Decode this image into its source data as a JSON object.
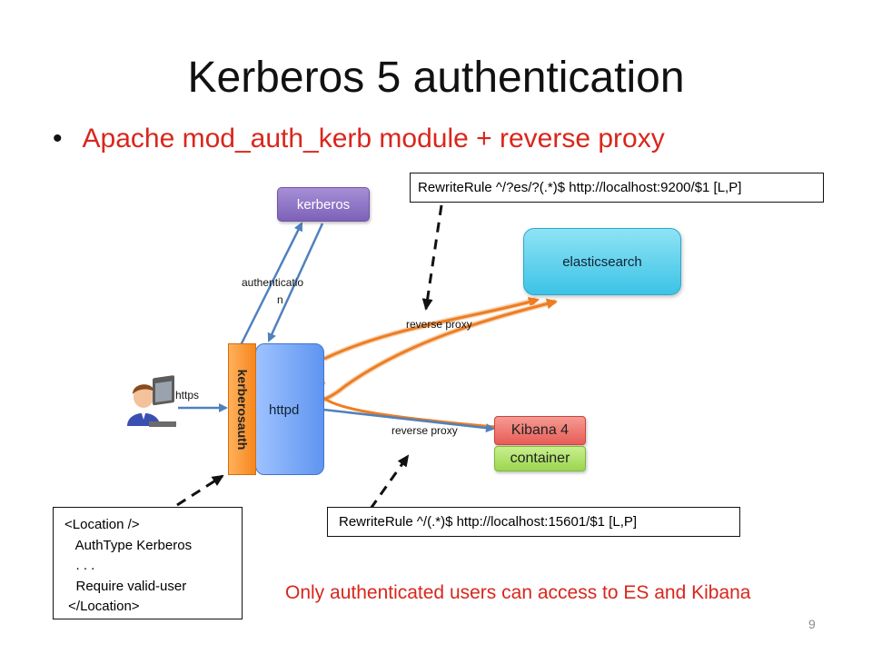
{
  "title": "Kerberos 5 authentication",
  "bullet": "Apache mod_auth_kerb module + reverse proxy",
  "nodes": {
    "kerberos": "kerberos",
    "elasticsearch": "elasticsearch",
    "kibana": "Kibana 4",
    "container": "container",
    "httpd": "httpd",
    "kerberosauth": "kerberosauth"
  },
  "labels": {
    "authentication_line1": "authenticatio",
    "authentication_line2": "n",
    "https": "https",
    "reverse_proxy_es": "reverse proxy",
    "reverse_proxy_kibana": "reverse proxy"
  },
  "rules": {
    "es_rule": "RewriteRule  ^/?es/?(.*)$ http://localhost:9200/$1 [L,P]",
    "kibana_rule": "RewriteRule  ^/(.*)$ http://localhost:15601/$1 [L,P]"
  },
  "location_block": {
    "line1": "<Location />",
    "line2": "   AuthType Kerberos",
    "line3": "   . . .",
    "line4": "   Require valid-user",
    "line5": " </Location>"
  },
  "note": "Only authenticated users can access to ES and Kibana",
  "page_number": "9",
  "icons": {
    "user": "user-at-computer-icon"
  },
  "colors": {
    "accent_red": "#d9261c",
    "orange_arrow": "#ee7d22",
    "blue_arrow": "#4f81bd",
    "kerberos": "#8a6fc4",
    "elasticsearch": "#3cc3e6",
    "kibana": "#e85d56",
    "container": "#9bd64e",
    "httpd": "#5f95f0",
    "kerberosauth": "#f6871f"
  }
}
